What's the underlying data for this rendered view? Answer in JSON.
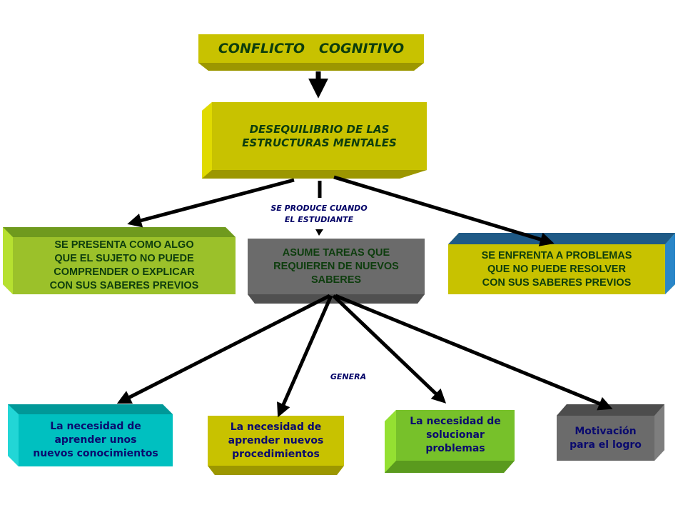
{
  "title": "CONFLICTO   COGNITIVO",
  "nodes": {
    "root": {
      "text": "CONFLICTO   COGNITIVO",
      "color": "#c8c200"
    },
    "desequilibrio": {
      "text": "DESEQUILIBRIO DE LAS\nESTRUCTURAS MENTALES",
      "color": "#c8c200"
    },
    "se_presenta": {
      "text": "SE PRESENTA COMO ALGO\nQUE EL SUJETO NO PUEDE\nCOMPRENDER O EXPLICAR\nCON SUS SABERES PREVIOS",
      "color": "#9bc12a"
    },
    "asume": {
      "text": "ASUME TAREAS QUE\nREQUIEREN DE NUEVOS\nSABERES",
      "color": "#6b6b6b"
    },
    "se_enfrenta": {
      "text": "SE ENFRENTA A PROBLEMAS\nQUE NO PUEDE RESOLVER\nCON SUS SABERES PREVIOS",
      "color": "#c8c200"
    },
    "conocimientos": {
      "text": "La necesidad de\naprender unos\nnuevos conocimientos",
      "color": "#00c0c0"
    },
    "procedimientos": {
      "text": "La necesidad de\naprender nuevos\nprocedimientos",
      "color": "#c8c200"
    },
    "problemas": {
      "text": "La necesidad de\nsolucionar\nproblemas",
      "color": "#77c12a"
    },
    "motivacion": {
      "text": "Motivación\npara el logro",
      "color": "#6b6b6b"
    }
  },
  "connector_labels": {
    "se_produce": "SE PRODUCE  CUANDO\nEL ESTUDIANTE",
    "genera": "GENERA"
  },
  "text_colors": {
    "upper_nodes": "#0d3d0d",
    "lower_nodes": "#0a0a6e",
    "connector_labels": "#000066"
  }
}
